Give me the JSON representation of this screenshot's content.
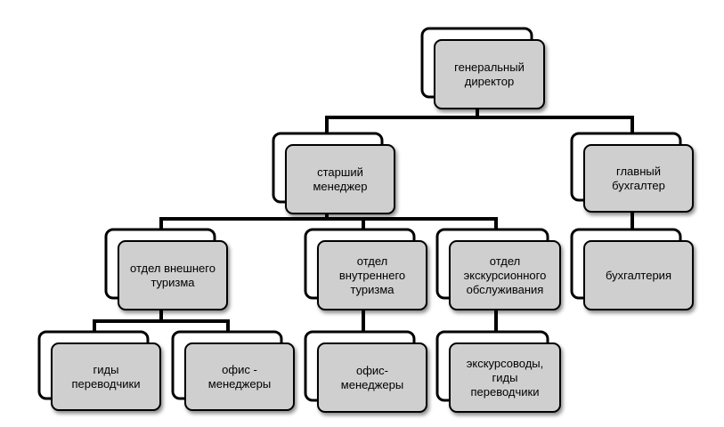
{
  "nodes": [
    {
      "id": "general-director",
      "lines": [
        "генеральный",
        "директор"
      ]
    },
    {
      "id": "senior-manager",
      "lines": [
        "старший",
        "менеджер"
      ]
    },
    {
      "id": "chief-accountant",
      "lines": [
        "главный",
        "бухгалтер"
      ]
    },
    {
      "id": "outbound-tourism-dept",
      "lines": [
        "отдел внешнего",
        "туризма"
      ]
    },
    {
      "id": "domestic-tourism-dept",
      "lines": [
        "отдел",
        "внутреннего",
        "туризма"
      ]
    },
    {
      "id": "excursion-service-dept",
      "lines": [
        "отдел",
        "экскурсионного",
        "обслуживания"
      ]
    },
    {
      "id": "accounting",
      "lines": [
        "бухгалтерия"
      ]
    },
    {
      "id": "guides-translators",
      "lines": [
        "гиды",
        "переводчики"
      ]
    },
    {
      "id": "office-managers-outbound",
      "lines": [
        "офис -",
        "менеджеры"
      ]
    },
    {
      "id": "office-managers-domestic",
      "lines": [
        "офис-",
        "менеджеры"
      ]
    },
    {
      "id": "excursion-guides",
      "lines": [
        "экскурсоводы,",
        "гиды",
        "переводчики"
      ]
    }
  ]
}
